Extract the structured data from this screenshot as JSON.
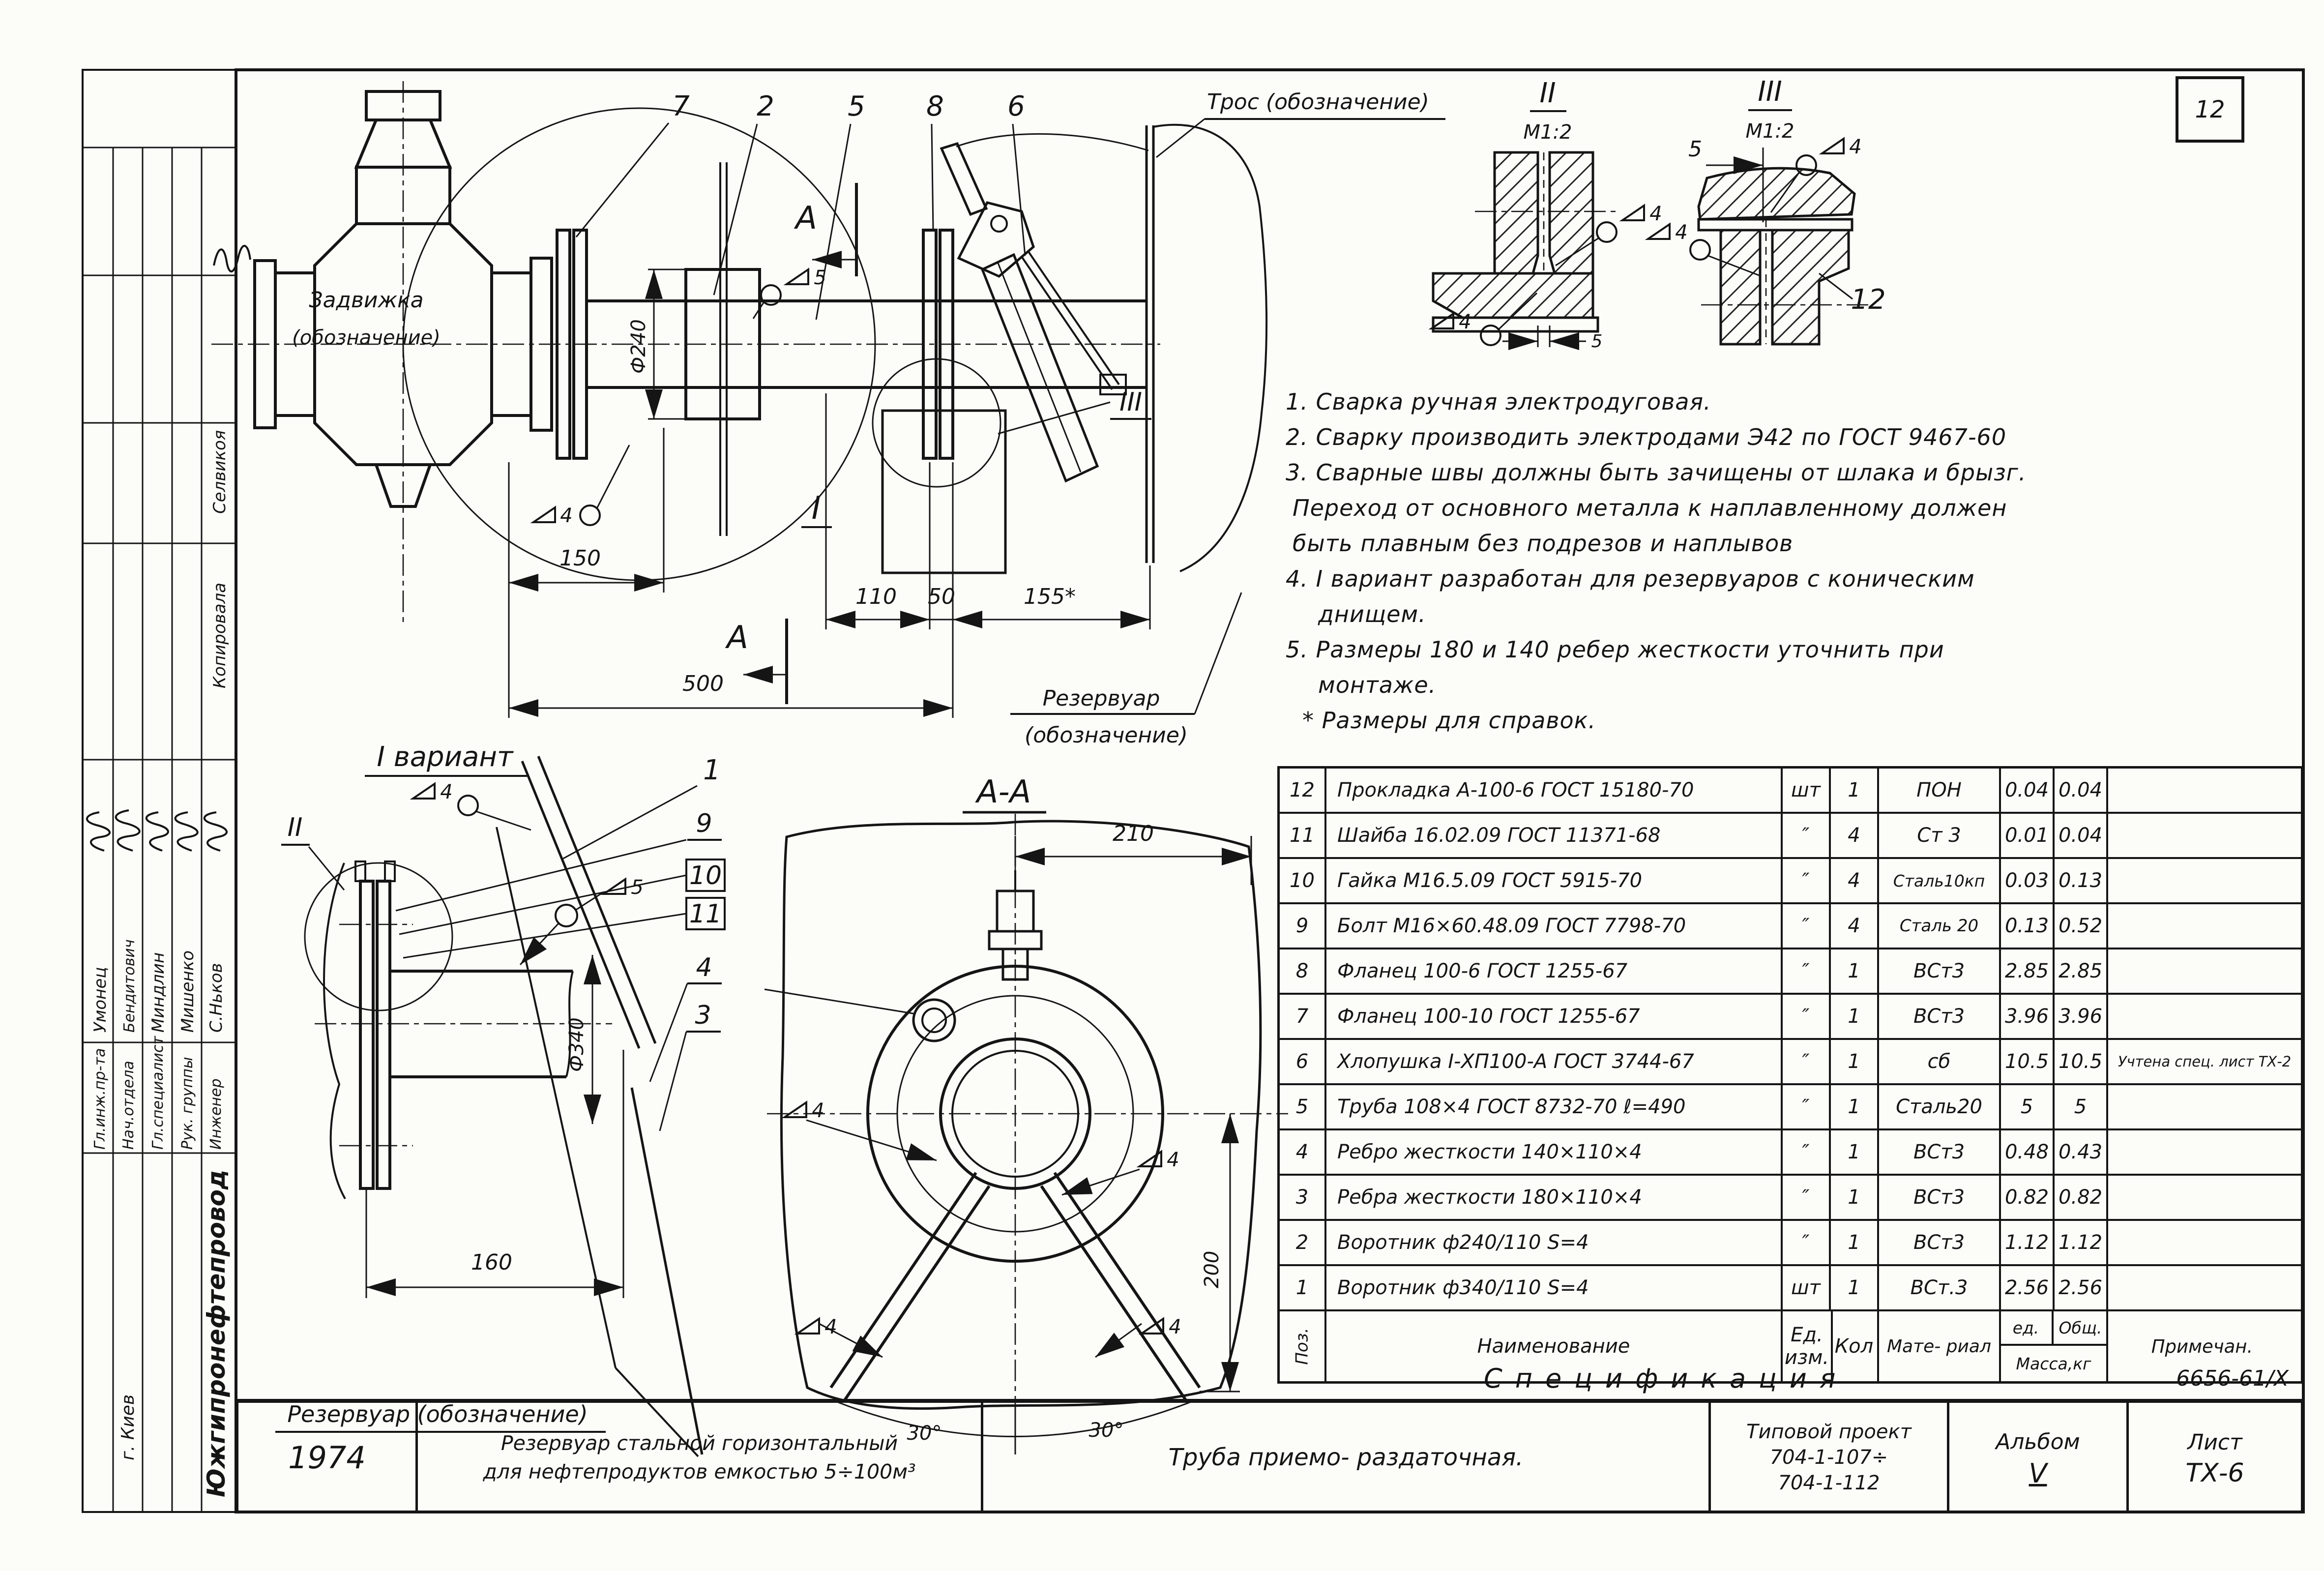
{
  "page": {
    "sheet_no": "12"
  },
  "sidebar": {
    "org": "Южгипронефтепровод",
    "city": "г. Киев",
    "copier_role": "Копировала",
    "copier_name": "Селвикоя",
    "rows": [
      {
        "role": "Гл.инж.пр-та",
        "name": "Умонец"
      },
      {
        "role": "Нач.отдела",
        "name": "Бендитович"
      },
      {
        "role": "Гл.специалист",
        "name": "Миндлин"
      },
      {
        "role": "Рук. группы",
        "name": "Мишенко"
      },
      {
        "role": "Инженер",
        "name": "С.Ньков"
      }
    ]
  },
  "main_view": {
    "valve_label_1": "Задвижка",
    "valve_label_2": "(обозначение)",
    "tros_label": "Трос (обозначение)",
    "reservoir_label_1": "Резервуар",
    "reservoir_label_2": "(обозначение)",
    "section_letter": "А",
    "detail_i_label": "I",
    "detail_iii_label": "III",
    "callouts": {
      "c7": "7",
      "c2": "2",
      "c5": "5",
      "c8": "8",
      "c6": "6"
    },
    "dims": {
      "d150": "150",
      "d110": "110",
      "d50": "50",
      "d155": "155*",
      "d500": "500",
      "dia240": "Ф240"
    }
  },
  "variant_view": {
    "title": "I вариант",
    "detail_ii_label": "II",
    "callouts": {
      "c1": "1",
      "c9": "9",
      "c10": "10",
      "c11": "11",
      "c4": "4",
      "c3": "3"
    },
    "dims": {
      "d160": "160",
      "dia340": "Ф340"
    },
    "reservoir_label": "Резервуар (обозначение)"
  },
  "section_aa": {
    "title": "А-А",
    "dims": {
      "d210": "210",
      "d200": "200",
      "a30_left": "30°",
      "a30_right": "30°"
    }
  },
  "detail_ii": {
    "title": "II",
    "scale": "М1:2",
    "dim5": "5"
  },
  "detail_iii": {
    "title": "III",
    "scale": "М1:2",
    "dim5": "5",
    "callout12": "12"
  },
  "weld": {
    "n4": "4",
    "n5": "5"
  },
  "notes": {
    "lines": [
      "1. Сварка ручная электродуговая.",
      "2. Сварку производить электродами  Э42 по ГОСТ 9467-60",
      "3. Сварные швы должны быть зачищены от шлака и брызг.",
      "Переход от основного металла к наплавленному должен",
      "быть плавным без подрезов и наплывов",
      "4. I вариант разработан для резервуаров с коническим",
      "днищем.",
      "5. Размеры 180 и 140 ребер жесткости уточнить при",
      "монтаже.",
      "* Размеры для справок."
    ]
  },
  "spec_table": {
    "title": "Спецификация",
    "doc_no": "6656-61/Х",
    "header": {
      "pos": "Поз.",
      "name": "Наименование",
      "unit": "Ед. изм.",
      "qty": "Кол",
      "material": "Мате- риал",
      "mass_unit": "ед.",
      "mass_total": "Общ.",
      "mass_label": "Масса,кг",
      "note": "Примечан."
    },
    "rows": [
      {
        "pos": "12",
        "name": "Прокладка А-100-6 ГОСТ 15180-70",
        "unit": "шт",
        "qty": "1",
        "material": "ПОН",
        "mass_unit": "0.04",
        "mass_total": "0.04",
        "note": ""
      },
      {
        "pos": "11",
        "name": "Шайба 16.02.09 ГОСТ 11371-68",
        "unit": "″",
        "qty": "4",
        "material": "Ст 3",
        "mass_unit": "0.01",
        "mass_total": "0.04",
        "note": ""
      },
      {
        "pos": "10",
        "name": "Гайка М16.5.09 ГОСТ 5915-70",
        "unit": "″",
        "qty": "4",
        "material": "Сталь10кп",
        "mass_unit": "0.03",
        "mass_total": "0.13",
        "note": ""
      },
      {
        "pos": "9",
        "name": "Болт М16×60.48.09 ГОСТ 7798-70",
        "unit": "″",
        "qty": "4",
        "material": "Сталь 20",
        "mass_unit": "0.13",
        "mass_total": "0.52",
        "note": ""
      },
      {
        "pos": "8",
        "name": "Фланец 100-6 ГОСТ 1255-67",
        "unit": "″",
        "qty": "1",
        "material": "ВСт3",
        "mass_unit": "2.85",
        "mass_total": "2.85",
        "note": ""
      },
      {
        "pos": "7",
        "name": "Фланец 100-10 ГОСТ 1255-67",
        "unit": "″",
        "qty": "1",
        "material": "ВСт3",
        "mass_unit": "3.96",
        "mass_total": "3.96",
        "note": ""
      },
      {
        "pos": "6",
        "name": "Хлопушка I-ХП100-А ГОСТ 3744-67",
        "unit": "″",
        "qty": "1",
        "material": "сб",
        "mass_unit": "10.5",
        "mass_total": "10.5",
        "note": "Учтена спец. лист ТХ-2"
      },
      {
        "pos": "5",
        "name": "Труба 108×4 ГОСТ 8732-70 ℓ=490",
        "unit": "″",
        "qty": "1",
        "material": "Сталь20",
        "mass_unit": "5",
        "mass_total": "5",
        "note": ""
      },
      {
        "pos": "4",
        "name": "Ребро жесткости 140×110×4",
        "unit": "″",
        "qty": "1",
        "material": "ВСт3",
        "mass_unit": "0.48",
        "mass_total": "0.43",
        "note": ""
      },
      {
        "pos": "3",
        "name": "Ребра жесткости 180×110×4",
        "unit": "″",
        "qty": "1",
        "material": "ВСт3",
        "mass_unit": "0.82",
        "mass_total": "0.82",
        "note": ""
      },
      {
        "pos": "2",
        "name": "Воротник ф240/110 S=4",
        "unit": "″",
        "qty": "1",
        "material": "ВСт3",
        "mass_unit": "1.12",
        "mass_total": "1.12",
        "note": ""
      },
      {
        "pos": "1",
        "name": "Воротник ф340/110 S=4",
        "unit": "шт",
        "qty": "1",
        "material": "ВСт.3",
        "mass_unit": "2.56",
        "mass_total": "2.56",
        "note": ""
      }
    ]
  },
  "title_block": {
    "year": "1974",
    "object_line1": "Резервуар стальной горизонтальный",
    "object_line2": "для нефтепродуктов емкостью 5÷100м³",
    "drawing_title": "Труба приемо- раздаточная.",
    "project_label": "Типовой проект",
    "project_no1": "704-1-107÷",
    "project_no2": "704-1-112",
    "album_label": "Альбом",
    "album_no": "V",
    "sheet_label": "Лист",
    "sheet_no": "ТХ-6"
  }
}
